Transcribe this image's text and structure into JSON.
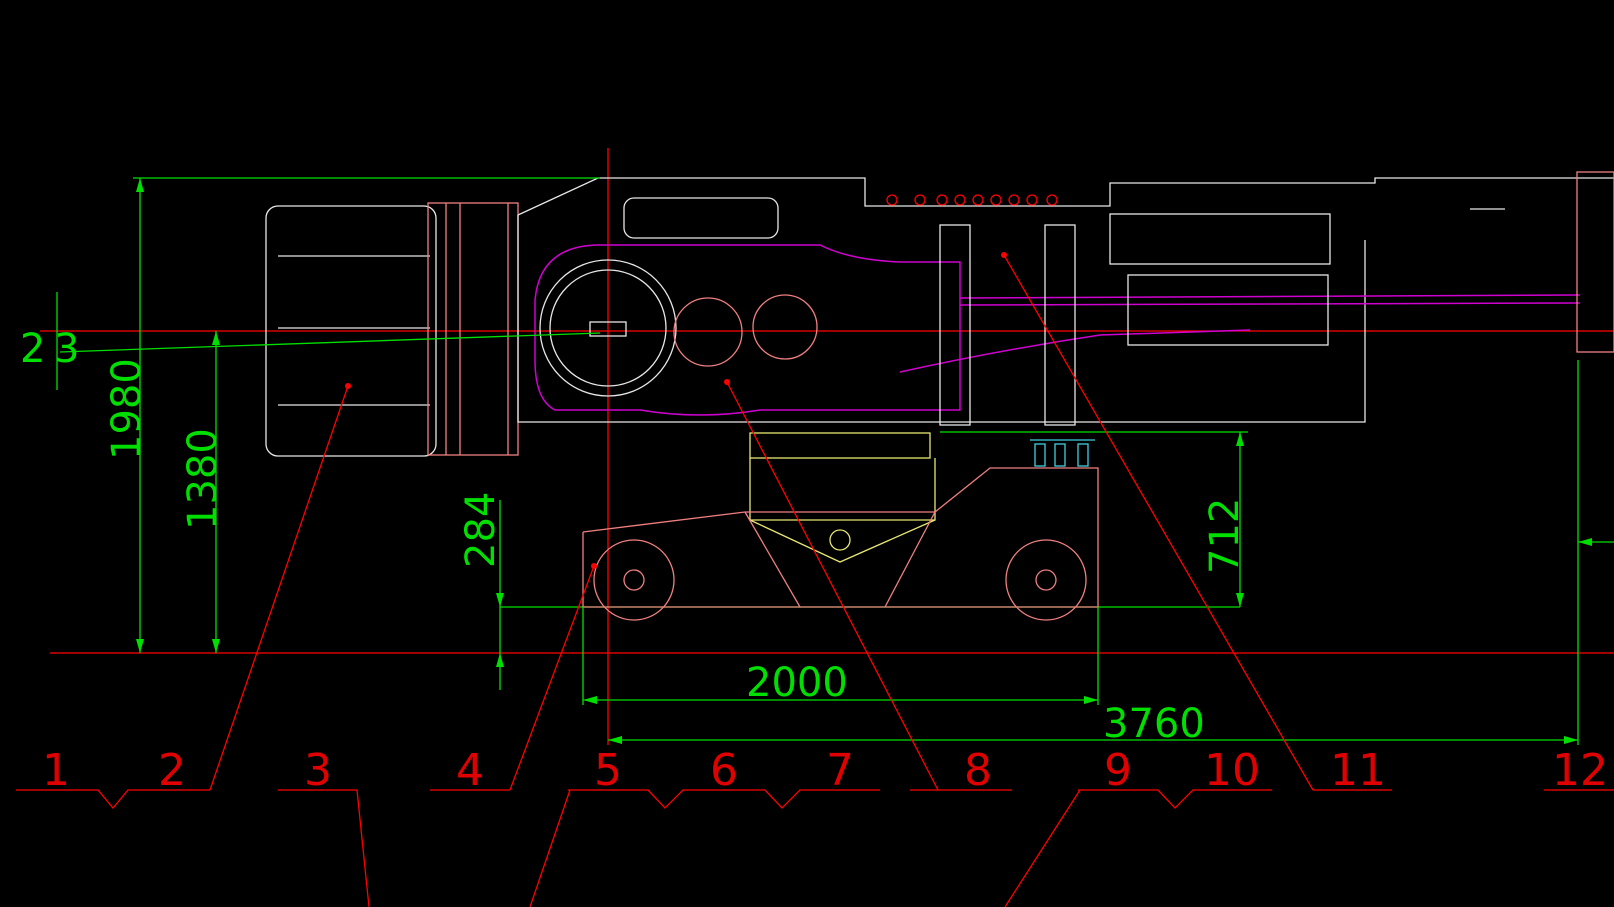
{
  "drawing": {
    "colors": {
      "background": "#000000",
      "dimension": "#00e000",
      "callout": "#ff0000",
      "outline": "#e8e8e8",
      "frame": "#f08080",
      "hydraulic": "#d000d0",
      "bracket": "#e8e870",
      "fitting": "#40d0e0"
    },
    "dimensions": {
      "overall_height": "1980",
      "axis_height": "1380",
      "ground_clearance": "284",
      "cart_height": "712",
      "wheelbase": "2000",
      "overall_length": "3760",
      "offset_left": "2",
      "offset_right": "3"
    },
    "callouts": [
      "1",
      "2",
      "3",
      "4",
      "5",
      "6",
      "7",
      "8",
      "9",
      "10",
      "11",
      "12"
    ]
  }
}
